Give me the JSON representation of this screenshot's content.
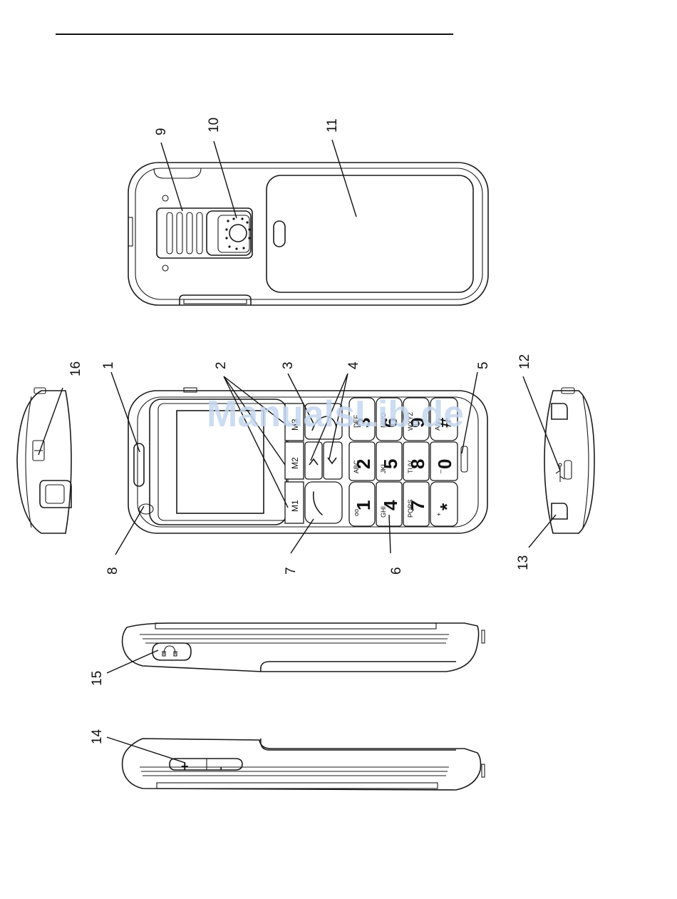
{
  "callouts": {
    "c1": "1",
    "c2": "2",
    "c3": "3",
    "c4": "4",
    "c5": "5",
    "c6": "6",
    "c7": "7",
    "c8": "8",
    "c9": "9",
    "c10": "10",
    "c11": "11",
    "c12": "12",
    "c13": "13",
    "c14": "14",
    "c15": "15",
    "c16": "16"
  },
  "memory_keys": {
    "m1": "M1",
    "m2": "M2",
    "m3": "M3"
  },
  "keypad": {
    "k1": "1",
    "k1_sub": "oo",
    "k2": "2",
    "k2_sub": "ABC",
    "k3": "3",
    "k3_sub": "DEF",
    "k4": "4",
    "k4_sub": "GHI",
    "k5": "5",
    "k5_sub": "JKL",
    "k6": "6",
    "k6_sub": "MNO",
    "k7": "7",
    "k7_sub": "PQRS",
    "k8": "8",
    "k8_sub": "TUV",
    "k9": "9",
    "k9_sub": "WXYZ",
    "k0": "0",
    "k0_sub": "_",
    "kstar": "*",
    "kstar_sub": "+",
    "khash": "#",
    "khash_sub": "A/a"
  },
  "volume_keys": {
    "plus": "+",
    "minus": "-"
  },
  "watermark": "ManualsLib.de"
}
